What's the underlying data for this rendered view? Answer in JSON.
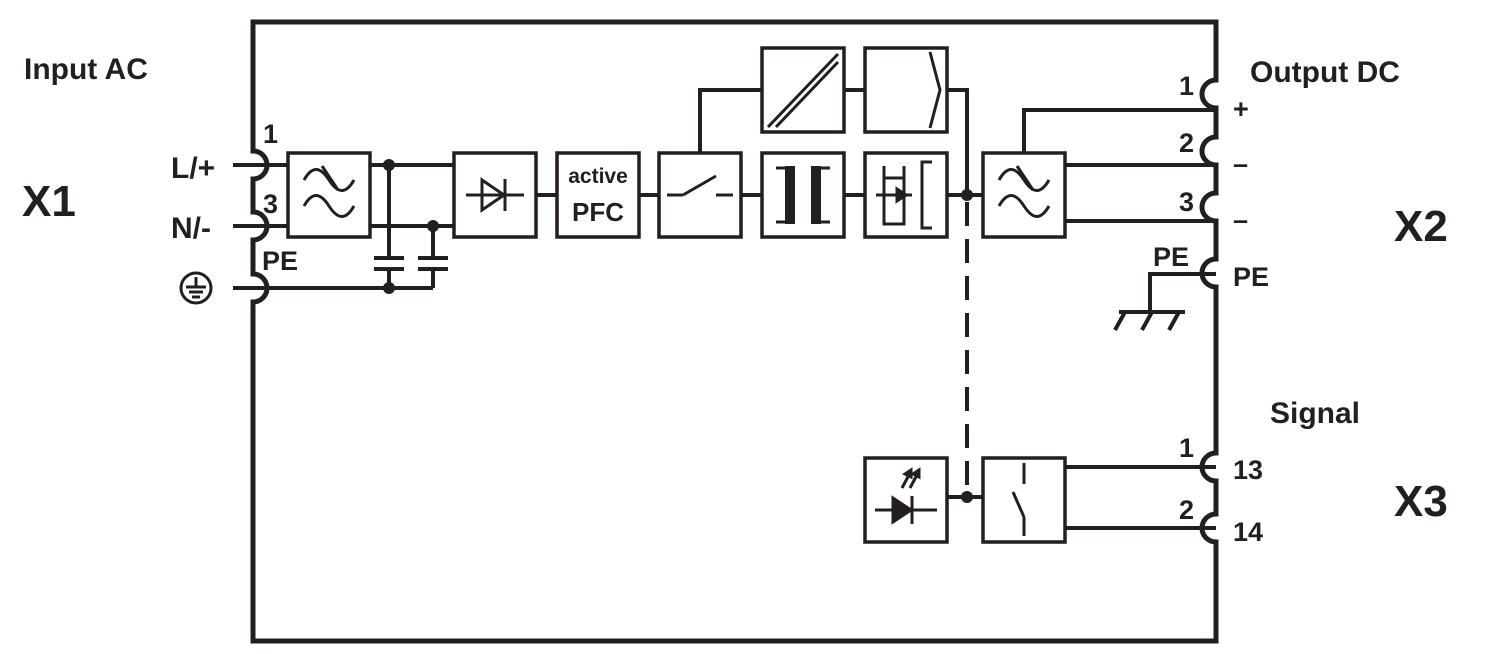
{
  "x1": {
    "title": "Input AC",
    "connector": "X1",
    "pin_labels": {
      "l": "L/+",
      "n": "N/-",
      "pe": "PE"
    },
    "pin_numbers": {
      "p1": "1",
      "p3": "3"
    },
    "ground_symbol": "protective-earth-icon"
  },
  "x2": {
    "title": "Output DC",
    "connector": "X2",
    "pin_numbers": {
      "p1": "1",
      "p2": "2",
      "p3": "3",
      "pe": "PE"
    },
    "polarity": {
      "p1": "+",
      "p2": "–",
      "p3": "–",
      "pe": "PE"
    }
  },
  "x3": {
    "title": "Signal",
    "connector": "X3",
    "pin_numbers": {
      "p1": "1",
      "p2": "2"
    },
    "terminals": {
      "p1": "13",
      "p2": "14"
    }
  },
  "blocks": {
    "pfc_top": "active",
    "pfc_bottom": "PFC"
  },
  "colors": {
    "ink": "#231f20",
    "background": "#ffffff"
  }
}
